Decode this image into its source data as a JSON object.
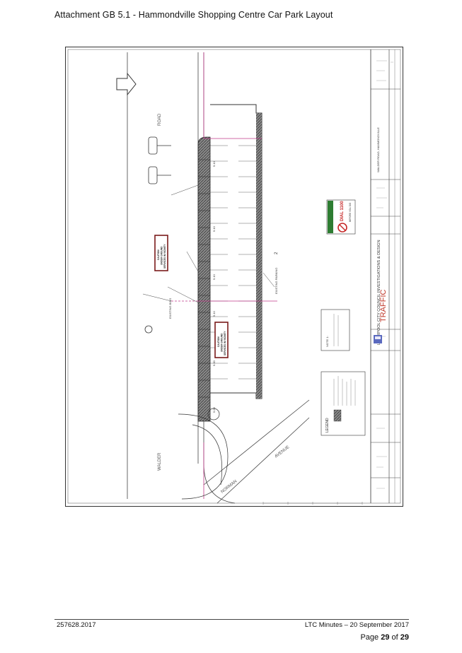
{
  "header": {
    "title": "Attachment GB 5.1 - Hammondville Shopping Centre Car Park Layout"
  },
  "drawing": {
    "roads": {
      "road_label": "ROAD",
      "walder_label": "WALDER",
      "avenue_label": "AVENUE",
      "norman_label": "NORMAN"
    },
    "warnings": [
      {
        "lines": [
          "CAUTION",
          "UNDER GROUND",
          "SERVICES IN VICINITY"
        ]
      },
      {
        "lines": [
          "CAUTION",
          "UNDER GROUND",
          "SERVICES IN VICINITY"
        ]
      }
    ],
    "annotations": {
      "existing_parking": "EXISTING PARKING",
      "existing_bins": "EXISTING BINS",
      "area_number": "2"
    },
    "dimensions": [
      "5.10",
      "5.10",
      "5.10",
      "5.10",
      "5.00",
      "5.00"
    ],
    "legend": {
      "title": "LEGEND"
    },
    "notes": {
      "title": "NOTE 1:"
    },
    "dial": {
      "line1": "DIAL 1100",
      "line2": "BEFORE YOU DIG"
    },
    "title_block": {
      "council": "LIVERPOOL CITY COUNCIL INVESTIGATIONS & DESIGN",
      "section": "TRAFFIC",
      "project": "WALDER ROAD, HAMMONDVILLE"
    },
    "colors": {
      "ink": "#333333",
      "accent": "#c03a8a",
      "warning": "#7a1a1a",
      "hatch": "#666666",
      "dial_red": "#c62828",
      "dial_green": "#2e7d32"
    }
  },
  "footer": {
    "ref": "257628.2017",
    "minutes": "LTC Minutes – 20 September 2017",
    "page_prefix": "Page ",
    "page_current": "29",
    "page_of": " of ",
    "page_total": "29"
  }
}
